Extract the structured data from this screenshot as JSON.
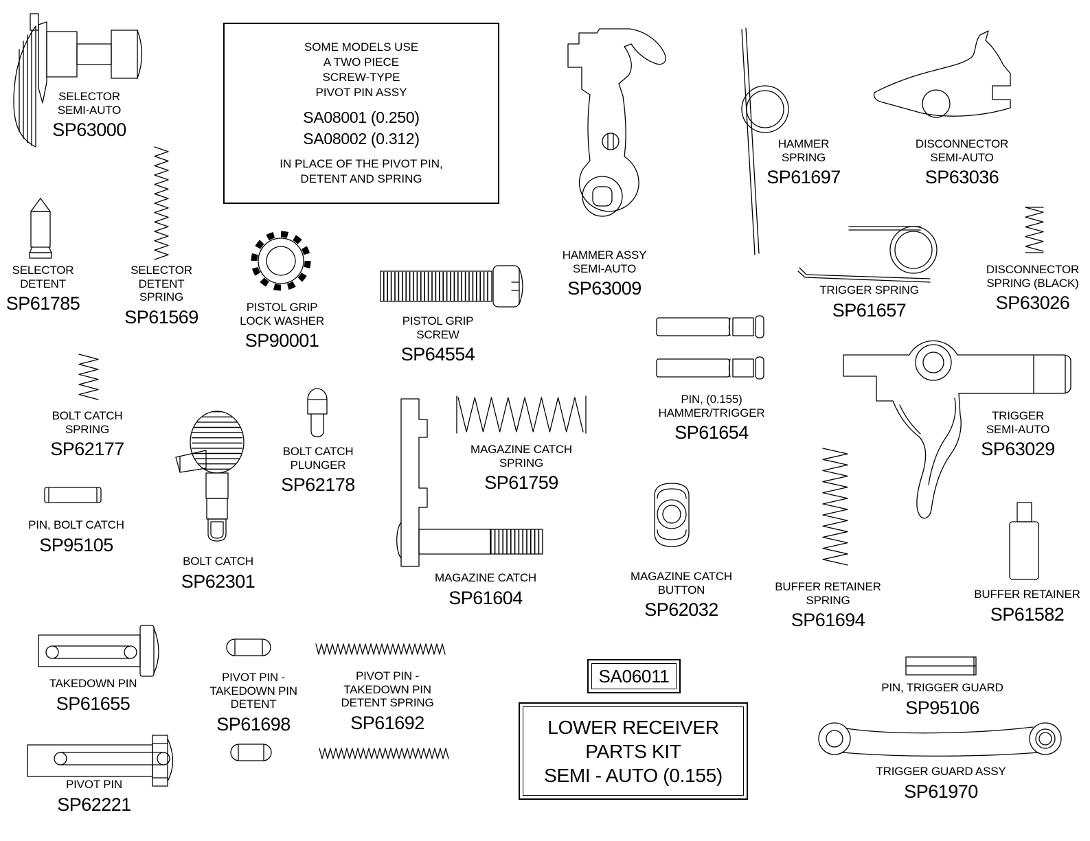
{
  "page": {
    "background": "#ffffff",
    "ink": "#000000"
  },
  "note_box": {
    "lines": [
      "SOME MODELS USE",
      "A TWO PIECE",
      "SCREW-TYPE",
      "PIVOT PIN ASSY"
    ],
    "options": [
      "SA08001 (0.250)",
      "SA08002 (0.312)"
    ],
    "footer_lines": [
      "IN PLACE OF THE PIVOT PIN,",
      "DETENT AND SPRING"
    ]
  },
  "kit": {
    "kit_number": "SA06011",
    "title_lines": [
      "LOWER RECEIVER",
      "PARTS KIT",
      "SEMI - AUTO (0.155)"
    ]
  },
  "parts": [
    {
      "id": "selector",
      "name_lines": [
        "SELECTOR",
        "SEMI-AUTO"
      ],
      "sku": "SP63000"
    },
    {
      "id": "selector-detent",
      "name_lines": [
        "SELECTOR",
        "DETENT"
      ],
      "sku": "SP61785"
    },
    {
      "id": "selector-detent-spring",
      "name_lines": [
        "SELECTOR",
        "DETENT",
        "SPRING"
      ],
      "sku": "SP61569"
    },
    {
      "id": "pistol-grip-lock-washer",
      "name_lines": [
        "PISTOL GRIP",
        "LOCK WASHER"
      ],
      "sku": "SP90001"
    },
    {
      "id": "pistol-grip-screw",
      "name_lines": [
        "PISTOL GRIP",
        "SCREW"
      ],
      "sku": "SP64554"
    },
    {
      "id": "hammer-assy",
      "name_lines": [
        "HAMMER ASSY",
        "SEMI-AUTO"
      ],
      "sku": "SP63009"
    },
    {
      "id": "hammer-spring",
      "name_lines": [
        "HAMMER",
        "SPRING"
      ],
      "sku": "SP61697"
    },
    {
      "id": "disconnector",
      "name_lines": [
        "DISCONNECTOR",
        "SEMI-AUTO"
      ],
      "sku": "SP63036"
    },
    {
      "id": "trigger-spring",
      "name_lines": [
        "TRIGGER SPRING"
      ],
      "sku": "SP61657"
    },
    {
      "id": "disconnector-spring",
      "name_lines": [
        "DISCONNECTOR",
        "SPRING (BLACK)"
      ],
      "sku": "SP63026"
    },
    {
      "id": "bolt-catch-spring",
      "name_lines": [
        "BOLT CATCH",
        "SPRING"
      ],
      "sku": "SP62177"
    },
    {
      "id": "pin-bolt-catch",
      "name_lines": [
        "PIN, BOLT CATCH"
      ],
      "sku": "SP95105"
    },
    {
      "id": "bolt-catch",
      "name_lines": [
        "BOLT CATCH"
      ],
      "sku": "SP62301"
    },
    {
      "id": "bolt-catch-plunger",
      "name_lines": [
        "BOLT CATCH",
        "PLUNGER"
      ],
      "sku": "SP62178"
    },
    {
      "id": "magazine-catch-spring",
      "name_lines": [
        "MAGAZINE CATCH",
        "SPRING"
      ],
      "sku": "SP61759"
    },
    {
      "id": "magazine-catch",
      "name_lines": [
        "MAGAZINE CATCH"
      ],
      "sku": "SP61604"
    },
    {
      "id": "pin-hammer-trigger",
      "name_lines": [
        "PIN, (0.155)",
        "HAMMER/TRIGGER"
      ],
      "sku": "SP61654"
    },
    {
      "id": "magazine-catch-button",
      "name_lines": [
        "MAGAZINE CATCH",
        "BUTTON"
      ],
      "sku": "SP62032"
    },
    {
      "id": "buffer-retainer-spring",
      "name_lines": [
        "BUFFER RETAINER",
        "SPRING"
      ],
      "sku": "SP61694"
    },
    {
      "id": "trigger",
      "name_lines": [
        "TRIGGER",
        "SEMI-AUTO"
      ],
      "sku": "SP63029"
    },
    {
      "id": "buffer-retainer",
      "name_lines": [
        "BUFFER RETAINER"
      ],
      "sku": "SP61582"
    },
    {
      "id": "takedown-pin",
      "name_lines": [
        "TAKEDOWN PIN"
      ],
      "sku": "SP61655"
    },
    {
      "id": "pivot-pin-takedown-detent",
      "name_lines": [
        "PIVOT PIN -",
        "TAKEDOWN PIN",
        "DETENT"
      ],
      "sku": "SP61698"
    },
    {
      "id": "pivot-pin-detent-spring",
      "name_lines": [
        "PIVOT PIN -",
        "TAKEDOWN PIN",
        "DETENT SPRING"
      ],
      "sku": "SP61692"
    },
    {
      "id": "pin-trigger-guard",
      "name_lines": [
        "PIN, TRIGGER GUARD"
      ],
      "sku": "SP95106"
    },
    {
      "id": "trigger-guard-assy",
      "name_lines": [
        "TRIGGER GUARD ASSY"
      ],
      "sku": "SP61970"
    },
    {
      "id": "pivot-pin",
      "name_lines": [
        "PIVOT PIN"
      ],
      "sku": "SP62221"
    }
  ]
}
